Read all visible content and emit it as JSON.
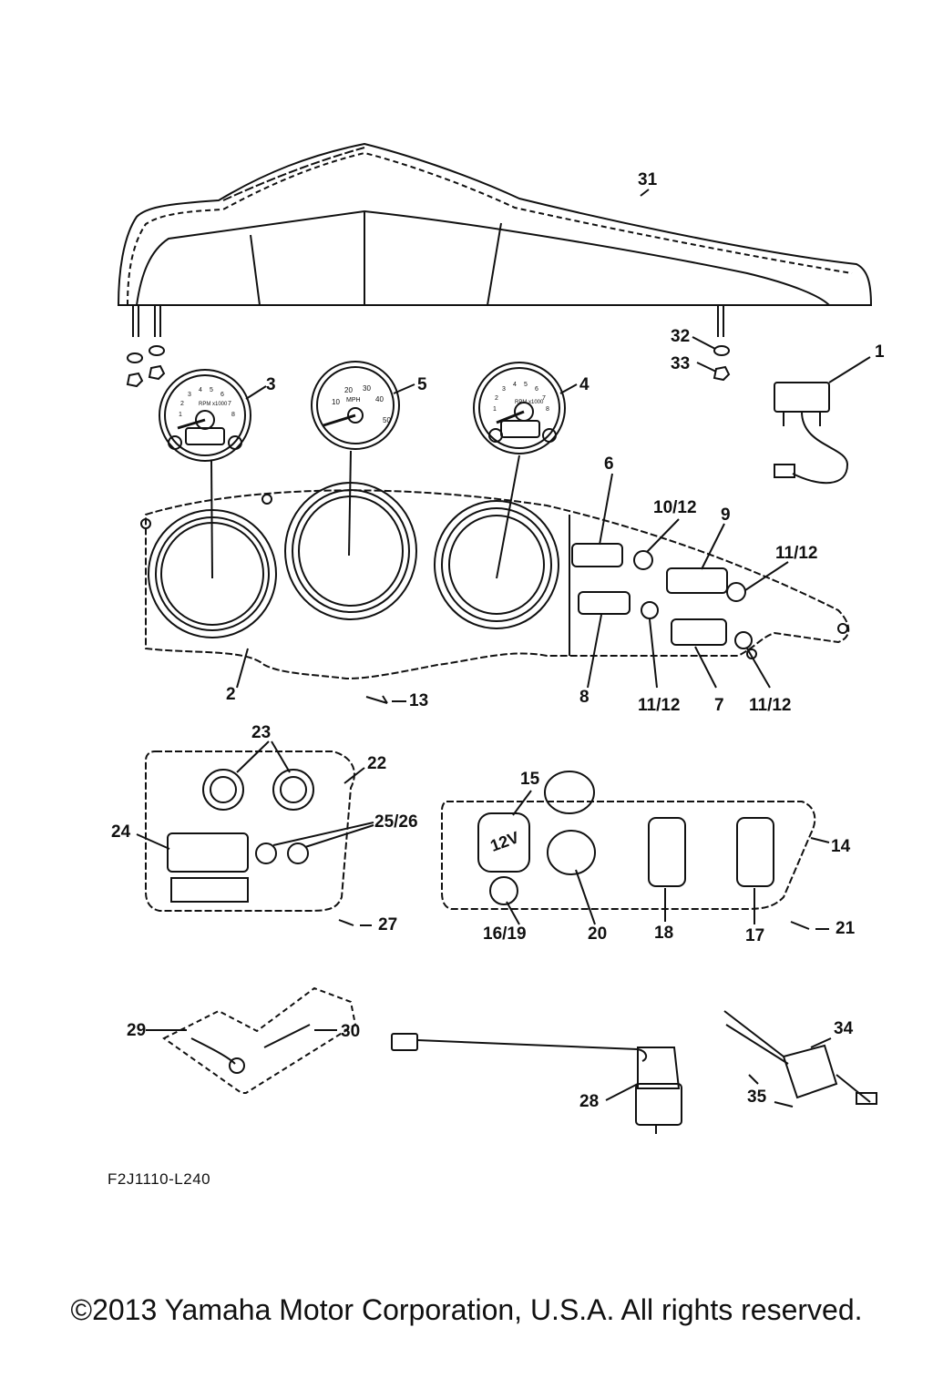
{
  "callouts": {
    "c31": "31",
    "c32": "32",
    "c33": "33",
    "c1": "1",
    "c3": "3",
    "c5": "5",
    "c4": "4",
    "c6": "6",
    "c10_12": "10/12",
    "c9": "9",
    "c11_12_a": "11/12",
    "c2": "2",
    "c13": "13",
    "c8": "8",
    "c11_12_b": "11/12",
    "c7": "7",
    "c11_12_c": "11/12",
    "c23": "23",
    "c22": "22",
    "c15": "15",
    "c24": "24",
    "c25_26": "25/26",
    "c14": "14",
    "c27": "27",
    "c16_19": "16/19",
    "c20": "20",
    "c18": "18",
    "c17": "17",
    "c21": "21",
    "c29": "29",
    "c30": "30",
    "c34": "34",
    "c35": "35",
    "c28": "28"
  },
  "gauges": {
    "tach_left": {
      "label": "RPM x1000",
      "scale": [
        "1",
        "2",
        "3",
        "4",
        "5",
        "6",
        "7",
        "8"
      ]
    },
    "speedo": {
      "label": "MPH",
      "scale": [
        "10",
        "20",
        "30",
        "40",
        "50"
      ]
    },
    "tach_right": {
      "label": "RPM x1000",
      "scale": [
        "1",
        "2",
        "3",
        "4",
        "5",
        "6",
        "7",
        "8"
      ]
    }
  },
  "outlet_label": "12V",
  "drawing_code": "F2J1110-L240",
  "copyright": "©2013 Yamaha Motor Corporation, U.S.A. All rights reserved."
}
